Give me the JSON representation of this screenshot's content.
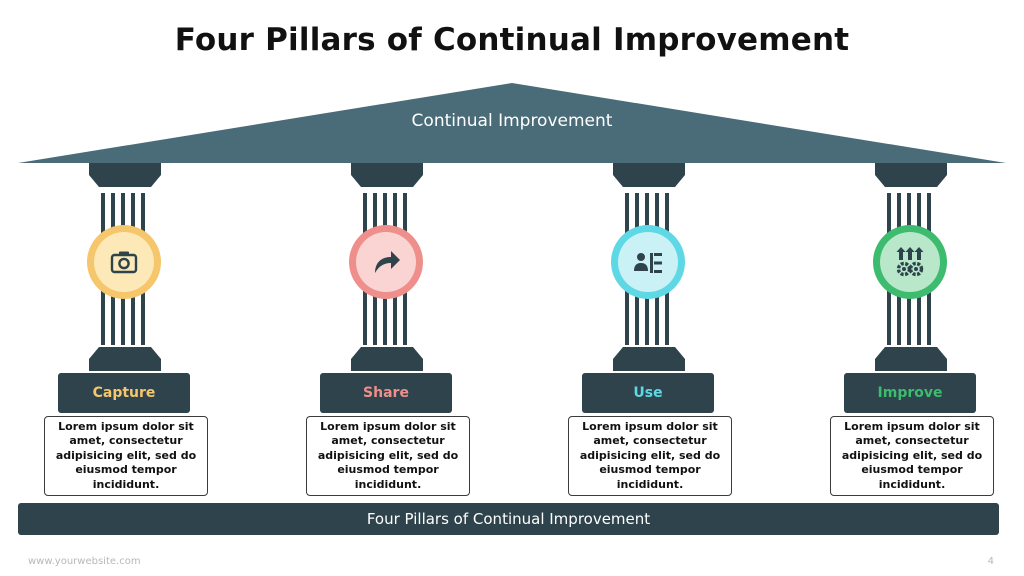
{
  "title": "Four Pillars of Continual Improvement",
  "roof_label": "Continual Improvement",
  "colors": {
    "dark": "#2e434c",
    "roof": "#4a6b78",
    "capture": "#f5c66b",
    "share": "#ef8f8b",
    "use": "#5fd8e5",
    "improve": "#3dbb6f"
  },
  "pillars": [
    {
      "label": "Capture",
      "icon": "camera-icon",
      "description": "Lorem ipsum dolor sit amet, consectetur adipisicing elit, sed do eiusmod tempor incididunt."
    },
    {
      "label": "Share",
      "icon": "share-arrow-icon",
      "description": "Lorem ipsum dolor sit amet, consectetur adipisicing elit, sed do eiusmod tempor incididunt."
    },
    {
      "label": "Use",
      "icon": "user-list-icon",
      "description": "Lorem ipsum dolor sit amet, consectetur adipisicing elit, sed do eiusmod tempor incididunt."
    },
    {
      "label": "Improve",
      "icon": "gears-arrows-icon",
      "description": "Lorem ipsum dolor sit amet, consectetur adipisicing elit, sed do eiusmod tempor incididunt."
    }
  ],
  "base_label": "Four Pillars of Continual Improvement",
  "footer": {
    "website": "www.yourwebsite.com",
    "page": "4"
  }
}
